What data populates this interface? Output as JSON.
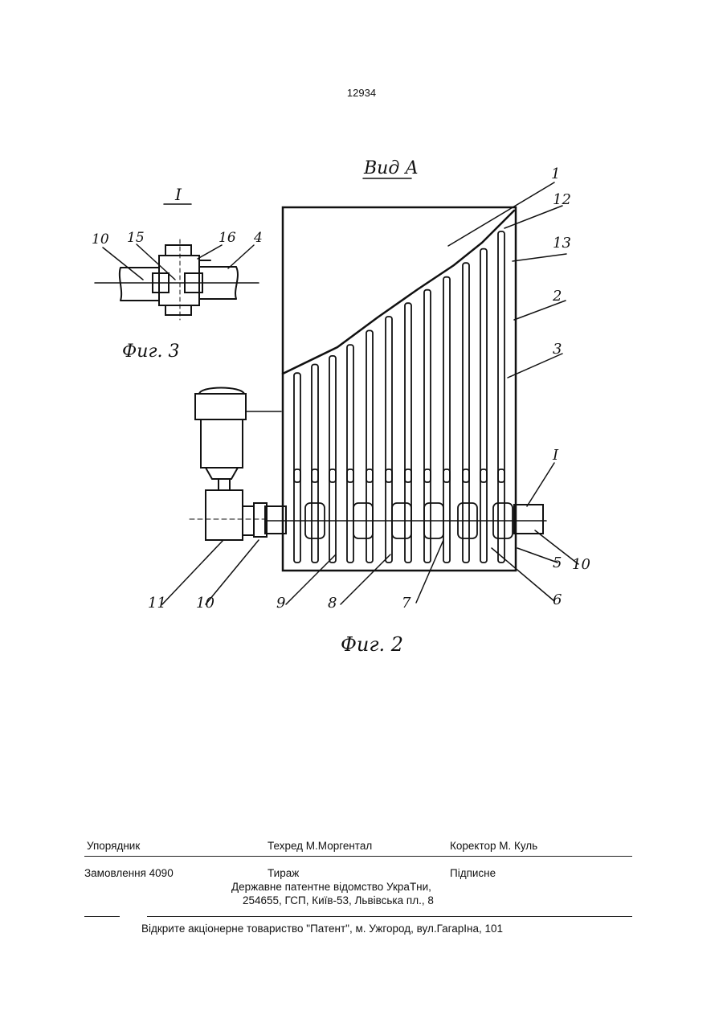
{
  "page_number": "12934",
  "drawing": {
    "view_label": "Вид А",
    "fig2_caption": "Фиг. 2",
    "fig3_caption": "Фиг. 3",
    "detail_label": "I",
    "fig3_callouts": [
      "10",
      "15",
      "16",
      "4"
    ],
    "fig2_callouts": [
      "1",
      "12",
      "13",
      "2",
      "3",
      "I",
      "5",
      "10",
      "6",
      "7",
      "8",
      "9",
      "10",
      "11"
    ]
  },
  "colophon": {
    "compiler": "Упорядник",
    "techred": "Техред М.Моргентал",
    "corrector": "Коректор М. Куль",
    "order": "Замовлення 4090",
    "circulation": "Тираж",
    "signed": "Підписне",
    "office_line1": "Державне патентне відомство УкраТни,",
    "office_line2": "254655, ГСП, Київ-53, Львівська пл., 8",
    "printer": "Відкрите акціонерне товариство   \"Патент\", м. Ужгород, вул.ГагарІна, 101"
  }
}
